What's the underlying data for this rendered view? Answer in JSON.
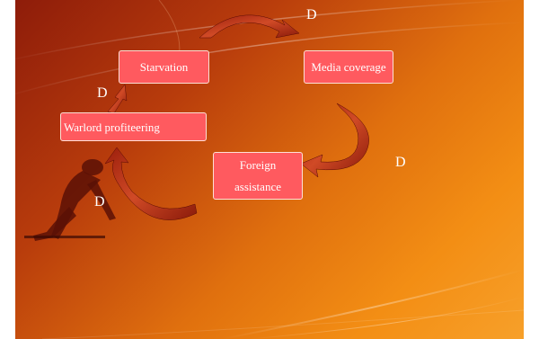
{
  "diagram": {
    "nodes": {
      "starvation": "Starvation",
      "media": "Media coverage",
      "foreign_line1": "Foreign",
      "foreign_line2": "assistance",
      "warlord": "Warlord profiteering"
    },
    "edge_labels": [
      "D",
      "D",
      "D",
      "D"
    ]
  },
  "colors": {
    "box_fill": "#ff5a5f",
    "arrow_fill": "#c33a1c",
    "arrow_dark": "#8a1a0a",
    "background_dark": "#8e1c0a",
    "background_light": "#f7a02a"
  }
}
